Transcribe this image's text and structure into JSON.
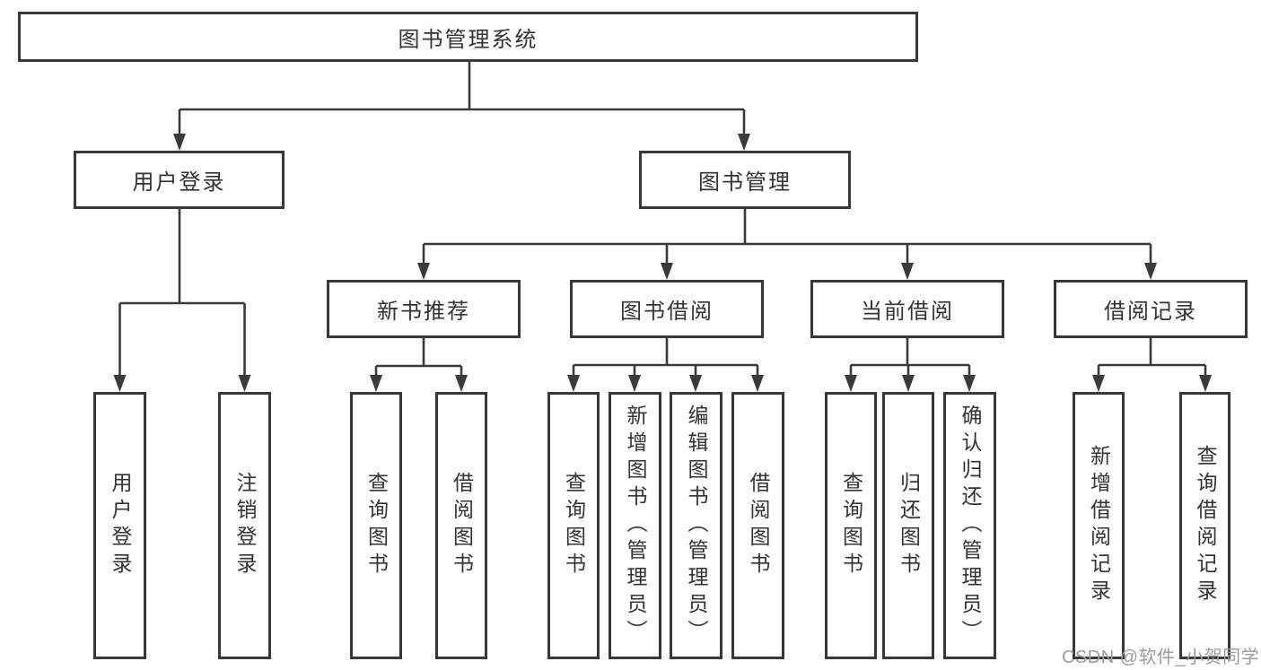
{
  "diagram": {
    "nodes": {
      "root": "图书管理系统",
      "user_login": "用户登录",
      "book_mgmt": "图书管理",
      "new_book": "新书推荐",
      "book_borrow": "图书借阅",
      "current_borrow": "当前借阅",
      "borrow_record": "借阅记录",
      "leaf_user_login": "用户登录",
      "leaf_logout": "注销登录",
      "nbr_query": "查询图书",
      "nbr_borrow": "借阅图书",
      "bb_query": "查询图书",
      "bb_add": "新增图书（管理员）",
      "bb_edit": "编辑图书（管理员）",
      "bb_borrow": "借阅图书",
      "cb_query": "查询图书",
      "cb_return": "归还图书",
      "cb_confirm": "确认归还（管理员）",
      "br_add": "新增借阅记录",
      "br_query": "查询借阅记录"
    },
    "colors": {
      "line": "#3a3a3a",
      "box_border": "#383838",
      "text": "#333333",
      "watermark": "#9c9c9c",
      "background": "#ffffff"
    },
    "watermark": "CSDN @软件_小贺同学"
  }
}
